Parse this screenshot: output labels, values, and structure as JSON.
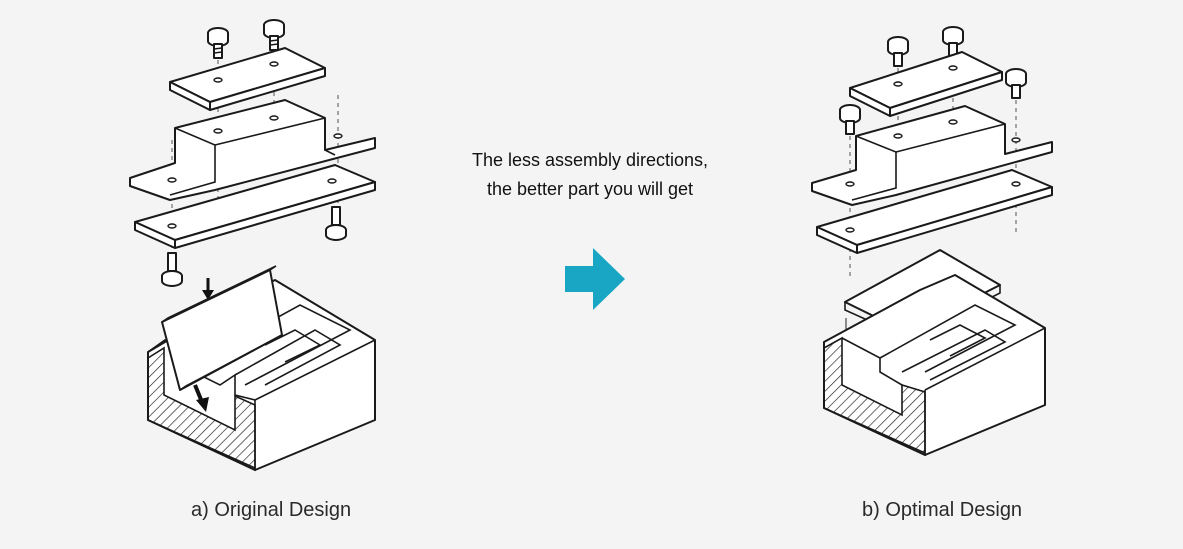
{
  "message": {
    "line1": "The less assembly directions,",
    "line2": "the better part you will get"
  },
  "panels": {
    "original": {
      "caption": "a) Original Design"
    },
    "optimal": {
      "caption": "b) Optimal Design"
    }
  },
  "colors": {
    "arrow": "#19a6c5",
    "line": "#1a1a1a",
    "background": "#f4f4f4"
  }
}
